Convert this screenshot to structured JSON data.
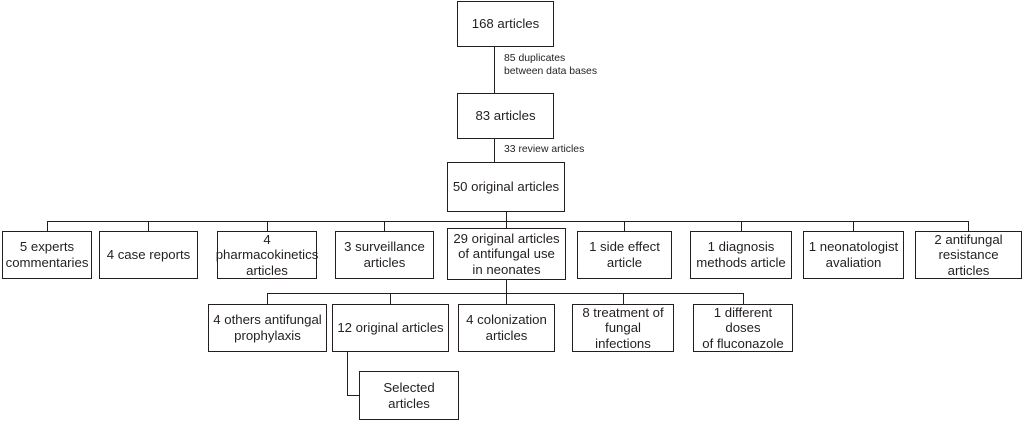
{
  "diagram": {
    "title": "Article selection flow diagram",
    "type": "flowchart",
    "stroke_color": "#231f20",
    "background_color": "#ffffff",
    "nodes": [
      {
        "id": "n168",
        "label": "168 articles"
      },
      {
        "id": "n83",
        "label": "83 articles"
      },
      {
        "id": "n50",
        "label": "50 original articles"
      },
      {
        "id": "experts",
        "label": "5 experts\ncommentaries"
      },
      {
        "id": "cases",
        "label": "4 case reports"
      },
      {
        "id": "pk",
        "label": "4\npharmacokinetics\narticles"
      },
      {
        "id": "surv",
        "label": "3 surveillance\narticles"
      },
      {
        "id": "n29",
        "label": "29 original articles\nof antifungal use\nin neonates"
      },
      {
        "id": "sideeff",
        "label": "1 side effect\narticle"
      },
      {
        "id": "diag",
        "label": "1 diagnosis\nmethods article"
      },
      {
        "id": "neonat",
        "label": "1 neonatologist\navaliation"
      },
      {
        "id": "resist",
        "label": "2 antifungal\nresistance articles"
      },
      {
        "id": "proph",
        "label": "4 others antifungal\nprophylaxis"
      },
      {
        "id": "n12",
        "label": "12 original articles"
      },
      {
        "id": "colon",
        "label": "4 colonization\narticles"
      },
      {
        "id": "treat",
        "label": "8 treatment of\nfungal infections"
      },
      {
        "id": "doses",
        "label": "1 different doses\nof fluconazole"
      },
      {
        "id": "selected",
        "label": "Selected articles"
      }
    ],
    "edge_labels": [
      {
        "id": "dup",
        "text": "85 duplicates\nbetween data bases"
      },
      {
        "id": "review",
        "text": "33 review articles"
      }
    ]
  }
}
